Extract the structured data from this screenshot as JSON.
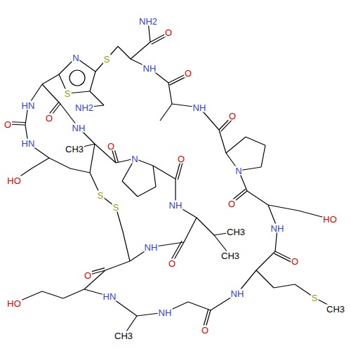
{
  "diagram": {
    "labels": [
      "NH2",
      "O",
      "N",
      "S",
      "NH",
      "O",
      "S",
      "HN",
      "NH2",
      "NH",
      "O",
      "O",
      "O",
      "NH",
      "HN",
      "CH3",
      "O",
      "O",
      "N",
      "HO",
      "N",
      "S",
      "S",
      "O",
      "NH",
      "HO",
      "CH3",
      "NH",
      "NH",
      "CH3",
      "O",
      "O",
      "O",
      "HN",
      "HO",
      "NH",
      "S",
      "CH3",
      "NH",
      "O",
      "CH3"
    ]
  }
}
